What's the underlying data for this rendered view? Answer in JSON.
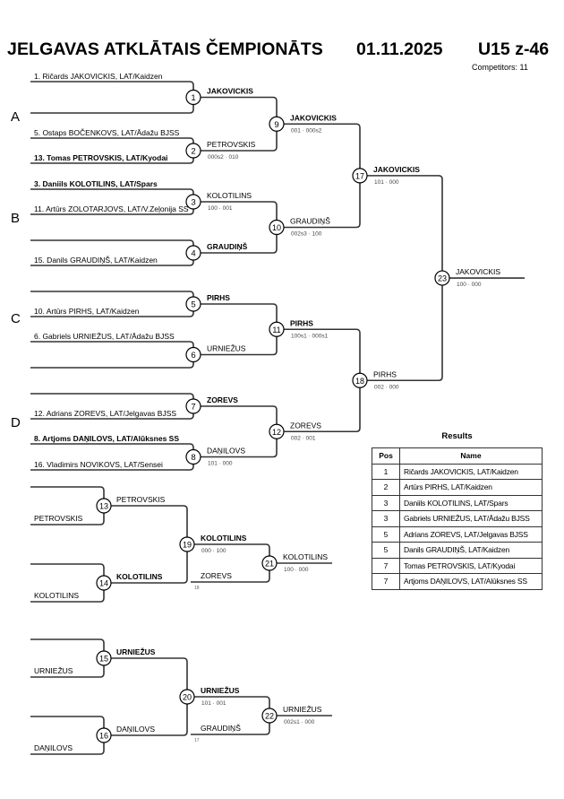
{
  "header": {
    "title": "JELGAVAS ATKLĀTAIS ČEMPIONĀTS",
    "date": "01.11.2025",
    "category": "U15 z-46",
    "competitors": "Competitors: 11"
  },
  "pools": [
    "A",
    "B",
    "C",
    "D"
  ],
  "entrants": [
    {
      "slot": 1,
      "text": "1. Ričards JAKOVICKIS, LAT/Kaidzen",
      "bold": false
    },
    {
      "slot": 2,
      "text": "",
      "bold": false
    },
    {
      "slot": 3,
      "text": "5. Ostaps BOČENKOVS, LAT/Ādažu BJSS",
      "bold": false
    },
    {
      "slot": 4,
      "text": "13. Tomas PETROVSKIS, LAT/Kyodai",
      "bold": true
    },
    {
      "slot": 5,
      "text": "3. Daniils KOLOTILINS, LAT/Spars",
      "bold": true
    },
    {
      "slot": 6,
      "text": "11. Artūrs ZOLOTARJOVS, LAT/V.Zeļonija SS",
      "bold": false
    },
    {
      "slot": 7,
      "text": "",
      "bold": false
    },
    {
      "slot": 8,
      "text": "15. Danils GRAUDIŅŠ, LAT/Kaidzen",
      "bold": false
    },
    {
      "slot": 9,
      "text": "",
      "bold": false
    },
    {
      "slot": 10,
      "text": "10. Artūrs PIRHS, LAT/Kaidzen",
      "bold": false
    },
    {
      "slot": 11,
      "text": "6. Gabriels URNIEŽUS, LAT/Ādažu BJSS",
      "bold": false
    },
    {
      "slot": 12,
      "text": "",
      "bold": false
    },
    {
      "slot": 13,
      "text": "",
      "bold": false
    },
    {
      "slot": 14,
      "text": "12. Adrians ZOREVS, LAT/Jelgavas BJSS",
      "bold": false
    },
    {
      "slot": 15,
      "text": "8. Artjoms DAŅILOVS, LAT/Alūksnes SS",
      "bold": true
    },
    {
      "slot": 16,
      "text": "16. Vladimirs NOVIKOVS, LAT/Sensei",
      "bold": false
    }
  ],
  "matches": [
    {
      "id": 1,
      "winner": "JAKOVICKIS",
      "score": "",
      "bold": true
    },
    {
      "id": 2,
      "winner": "PETROVSKIS",
      "score": "000s2 · 010",
      "bold": false
    },
    {
      "id": 3,
      "winner": "KOLOTILINS",
      "score": "100 · 001",
      "bold": false
    },
    {
      "id": 4,
      "winner": "GRAUDIŅŠ",
      "score": "",
      "bold": true
    },
    {
      "id": 5,
      "winner": "PIRHS",
      "score": "",
      "bold": true
    },
    {
      "id": 6,
      "winner": "URNIEŽUS",
      "score": "",
      "bold": false
    },
    {
      "id": 7,
      "winner": "ZOREVS",
      "score": "",
      "bold": true
    },
    {
      "id": 8,
      "winner": "DAŅILOVS",
      "score": "101 · 000",
      "bold": false
    },
    {
      "id": 9,
      "winner": "JAKOVICKIS",
      "score": "001 · 000s2",
      "bold": true
    },
    {
      "id": 10,
      "winner": "GRAUDIŅŠ",
      "score": "002s3 · 100",
      "bold": false
    },
    {
      "id": 11,
      "winner": "PIRHS",
      "score": "100s1 · 000s1",
      "bold": true
    },
    {
      "id": 12,
      "winner": "ZOREVS",
      "score": "002 · 001",
      "bold": false
    },
    {
      "id": 17,
      "winner": "JAKOVICKIS",
      "score": "101 · 000",
      "bold": true
    },
    {
      "id": 18,
      "winner": "PIRHS",
      "score": "002 · 000",
      "bold": false
    },
    {
      "id": 23,
      "winner": "JAKOVICKIS",
      "score": "100 · 000",
      "bold": false
    }
  ],
  "repechage": [
    {
      "entrants": [
        "",
        "PETROVSKIS",
        "",
        "KOLOTILINS"
      ],
      "m1": {
        "id": 13,
        "winner": "PETROVSKIS",
        "bold": false
      },
      "m2": {
        "id": 14,
        "winner": "KOLOTILINS",
        "bold": true
      },
      "semi": {
        "id": 19,
        "winner": "KOLOTILINS",
        "score": "000 · 100",
        "bold": true
      },
      "crossover": {
        "name": "ZOREVS",
        "from": "18"
      },
      "final": {
        "id": 21,
        "winner": "KOLOTILINS",
        "score": "100 · 000",
        "bold": false
      }
    },
    {
      "entrants": [
        "",
        "URNIEŽUS",
        "",
        "DAŅILOVS"
      ],
      "m1": {
        "id": 15,
        "winner": "URNIEŽUS",
        "bold": true
      },
      "m2": {
        "id": 16,
        "winner": "DAŅILOVS",
        "bold": false
      },
      "semi": {
        "id": 20,
        "winner": "URNIEŽUS",
        "score": "101 · 001",
        "bold": true
      },
      "crossover": {
        "name": "GRAUDIŅŠ",
        "from": "17"
      },
      "final": {
        "id": 22,
        "winner": "URNIEŽUS",
        "score": "002s1 · 000",
        "bold": false
      }
    }
  ],
  "results": {
    "title": "Results",
    "headers": [
      "Pos",
      "Name"
    ],
    "rows": [
      {
        "pos": "1",
        "name": "Ričards JAKOVICKIS, LAT/Kaidzen"
      },
      {
        "pos": "2",
        "name": "Artūrs PIRHS, LAT/Kaidzen"
      },
      {
        "pos": "3",
        "name": "Daniils KOLOTILINS, LAT/Spars"
      },
      {
        "pos": "3",
        "name": "Gabriels URNIEŽUS, LAT/Ādažu BJSS"
      },
      {
        "pos": "5",
        "name": "Adrians ZOREVS, LAT/Jelgavas BJSS"
      },
      {
        "pos": "5",
        "name": "Danils GRAUDIŅŠ, LAT/Kaidzen"
      },
      {
        "pos": "7",
        "name": "Tomas PETROVSKIS, LAT/Kyodai"
      },
      {
        "pos": "7",
        "name": "Artjoms DAŅILOVS, LAT/Alūksnes SS"
      }
    ]
  }
}
